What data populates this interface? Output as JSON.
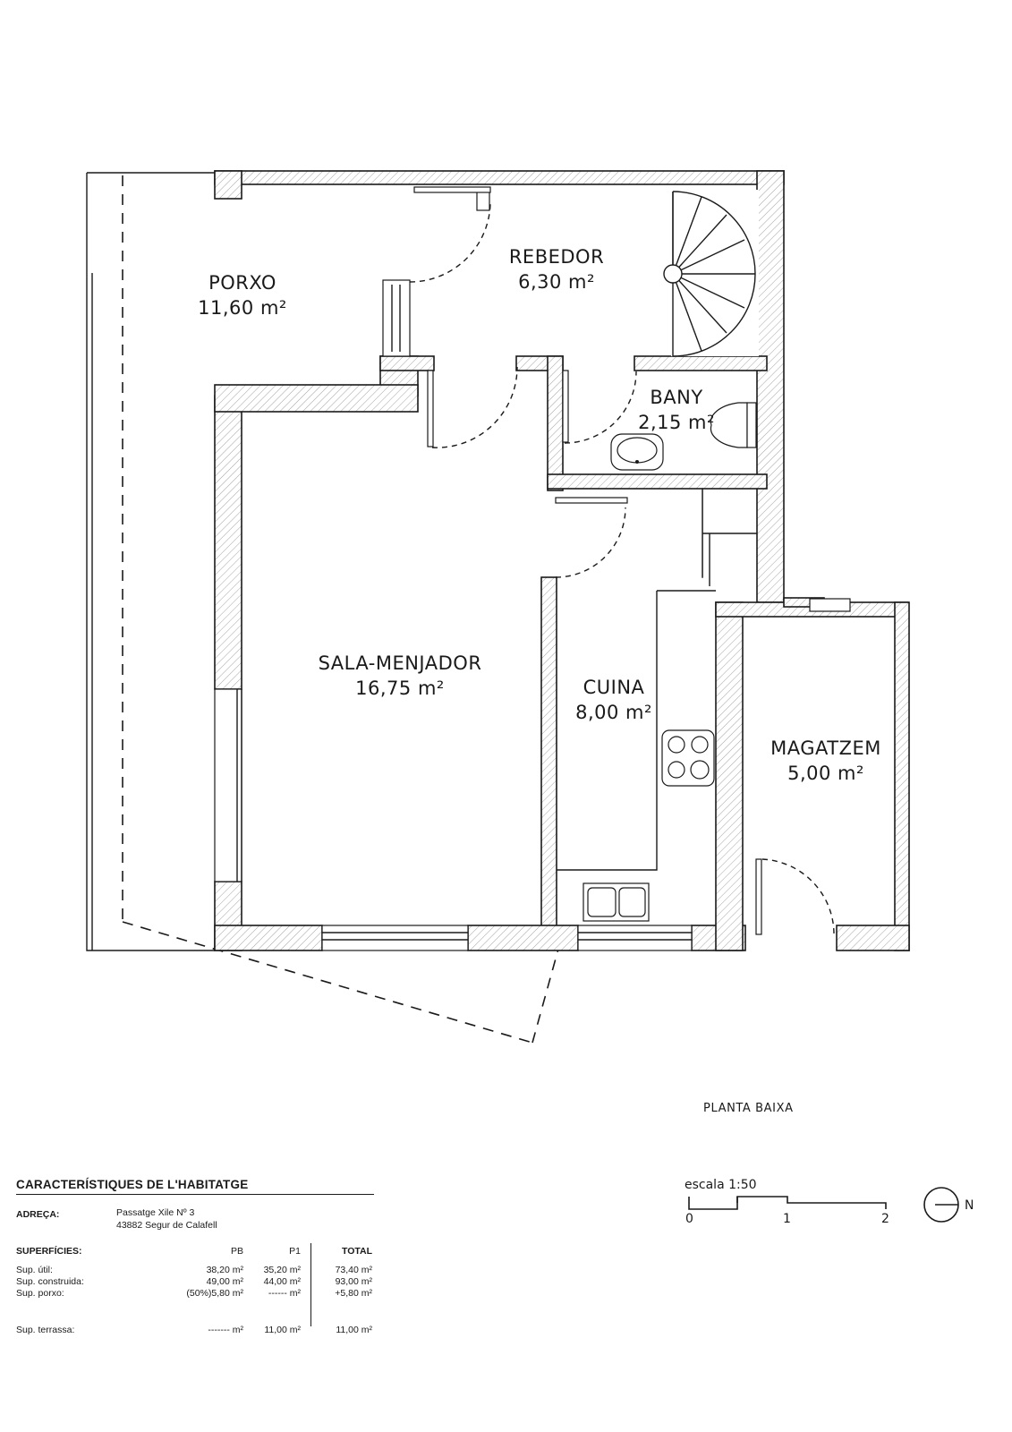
{
  "rooms": [
    {
      "name": "PORXO",
      "area": "11,60 m²"
    },
    {
      "name": "REBEDOR",
      "area": "6,30 m²"
    },
    {
      "name": "BANY",
      "area": "2,15 m²"
    },
    {
      "name": "SALA-MENJADOR",
      "area": "16,75 m²"
    },
    {
      "name": "CUINA",
      "area": "8,00 m²"
    },
    {
      "name": "MAGATZEM",
      "area": "5,00 m²"
    }
  ],
  "plan_title": "PLANTA BAIXA",
  "scale": {
    "label": "escala 1:50",
    "ticks": [
      "0",
      "1",
      "2"
    ]
  },
  "north": "N",
  "info": {
    "title": "CARACTERÍSTIQUES DE L'HABITATGE",
    "address_label": "ADREÇA:",
    "address_line1": "Passatge Xile Nº 3",
    "address_line2": "43882 Segur de Calafell",
    "surfaces_label": "SUPERFÍCIES:",
    "columns": [
      "PB",
      "P1",
      "TOTAL"
    ],
    "rows": [
      {
        "label": "Sup. útil:",
        "pb": "38,20 m²",
        "p1": "35,20 m²",
        "total": "73,40 m²"
      },
      {
        "label": "Sup. construida:",
        "pb": "49,00 m²",
        "p1": "44,00 m²",
        "total": "93,00 m²"
      },
      {
        "label": "Sup. porxo:",
        "pb": "(50%)5,80 m²",
        "p1": "------ m²",
        "total": "+5,80 m²"
      },
      {
        "label": "Sup. terrassa:",
        "pb": "------- m²",
        "p1": "11,00 m²",
        "total": "11,00 m²"
      }
    ]
  },
  "colors": {
    "ink": "#1a1a1a",
    "paper": "#ffffff"
  }
}
